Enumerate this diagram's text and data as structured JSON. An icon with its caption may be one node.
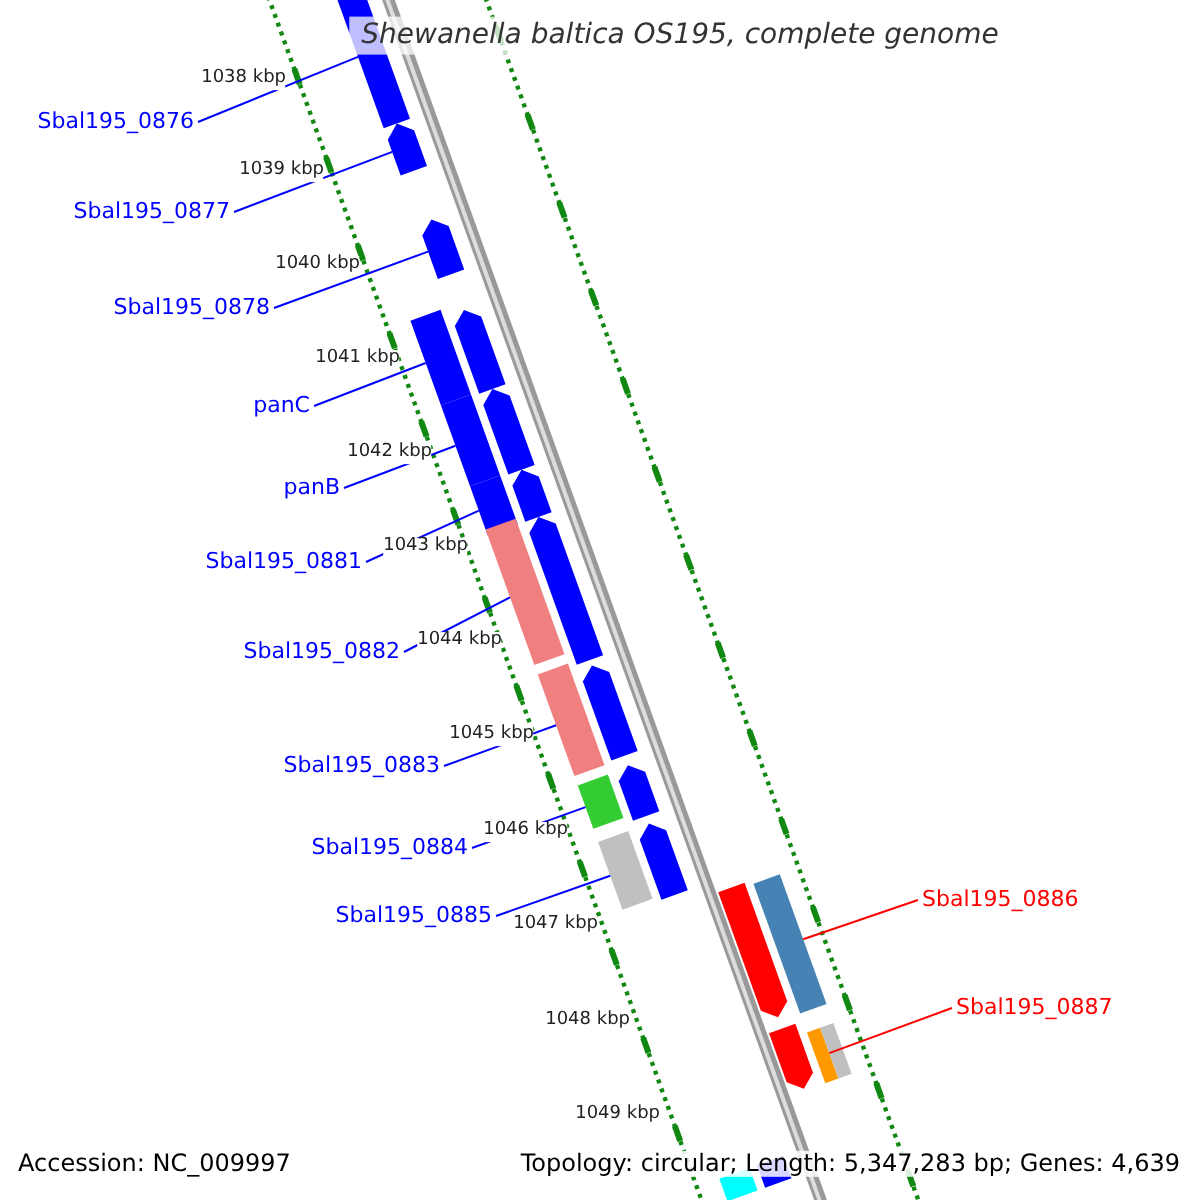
{
  "diagram": {
    "title": "Shewanella baltica OS195, complete genome",
    "nodes": [
      {
        "text": [
          "Sbal195_0876"
        ]
      },
      {
        "text": [
          "Sbal195_0877"
        ]
      },
      {
        "text": [
          "Sbal195_0878"
        ]
      },
      {
        "text": [
          "panC"
        ]
      },
      {
        "text": [
          "panB"
        ]
      },
      {
        "text": [
          "Sbal195_0881"
        ]
      },
      {
        "text": [
          "Sbal195_0882"
        ]
      },
      {
        "text": [
          "Sbal195_0883"
        ]
      },
      {
        "text": [
          "Sbal195_0884"
        ]
      },
      {
        "text": [
          "Sbal195_0885"
        ]
      },
      {
        "text": [
          "Sbal195_0886"
        ]
      },
      {
        "text": [
          "Sbal195_0887"
        ]
      },
      {
        "text": [],
        "shape": "bar"
      },
      {
        "text": [],
        "shape": "bar"
      },
      {
        "text": [],
        "shape": "bar"
      },
      {
        "text": [],
        "shape": "bar"
      },
      {
        "text": [],
        "shape": "bar"
      },
      {
        "text": [],
        "shape": "bar"
      },
      {
        "text": [],
        "shape": "bar"
      },
      {
        "text": [],
        "shape": "bar"
      },
      {
        "text": [],
        "shape": "bar"
      },
      {
        "text": [],
        "shape": "bar"
      },
      {
        "text": [],
        "shape": "bar"
      },
      {
        "text": [],
        "shape": "bar"
      },
      {
        "text": [],
        "shape": "bar"
      },
      {
        "text": [],
        "shape": "bar"
      },
      {
        "text": [],
        "shape": "bar"
      },
      {
        "text": [],
        "shape": "bar"
      },
      {
        "text": [],
        "shape": "bar"
      },
      {
        "text": [],
        "shape": "bar"
      },
      {
        "text": [],
        "shape": "bar"
      },
      {
        "text": [],
        "shape": "bar"
      },
      {
        "text": [],
        "shape": "bar"
      },
      {
        "text": [],
        "shape": "bar"
      },
      {
        "text": [],
        "shape": "bar"
      },
      {
        "text": [],
        "shape": "bar"
      }
    ],
    "edges": [
      {
        "from": 0,
        "to": 12,
        "arrow": "none"
      },
      {
        "from": 1,
        "to": 13,
        "arrow": "none"
      },
      {
        "from": 2,
        "to": 14,
        "arrow": "none"
      },
      {
        "from": 3,
        "to": 16,
        "arrow": "none"
      },
      {
        "from": 4,
        "to": 17,
        "arrow": "none"
      },
      {
        "from": 5,
        "to": 20,
        "arrow": "none"
      },
      {
        "from": 6,
        "to": 22,
        "arrow": "none"
      },
      {
        "from": 7,
        "to": 23,
        "arrow": "none"
      },
      {
        "from": 8,
        "to": 26,
        "arrow": "none"
      },
      {
        "from": 9,
        "to": 28,
        "arrow": "none"
      },
      {
        "from": 10,
        "to": 29,
        "arrow": "none",
        "color": "#ff0000"
      },
      {
        "from": 11,
        "to": 32,
        "arrow": "none",
        "color": "#ff0000"
      }
    ],
    "labels": [
      "1038 kbp",
      "1039 kbp",
      "1040 kbp",
      "1041 kbp",
      "1042 kbp",
      "1043 kbp",
      "1044 kbp",
      "1045 kbp",
      "1046 kbp",
      "1047 kbp",
      "1048 kbp",
      "1049 kbp",
      "Accession: NC_009997",
      "Topology: circular; Length: 5,347,283 bp; Genes: 4,639"
    ]
  }
}
